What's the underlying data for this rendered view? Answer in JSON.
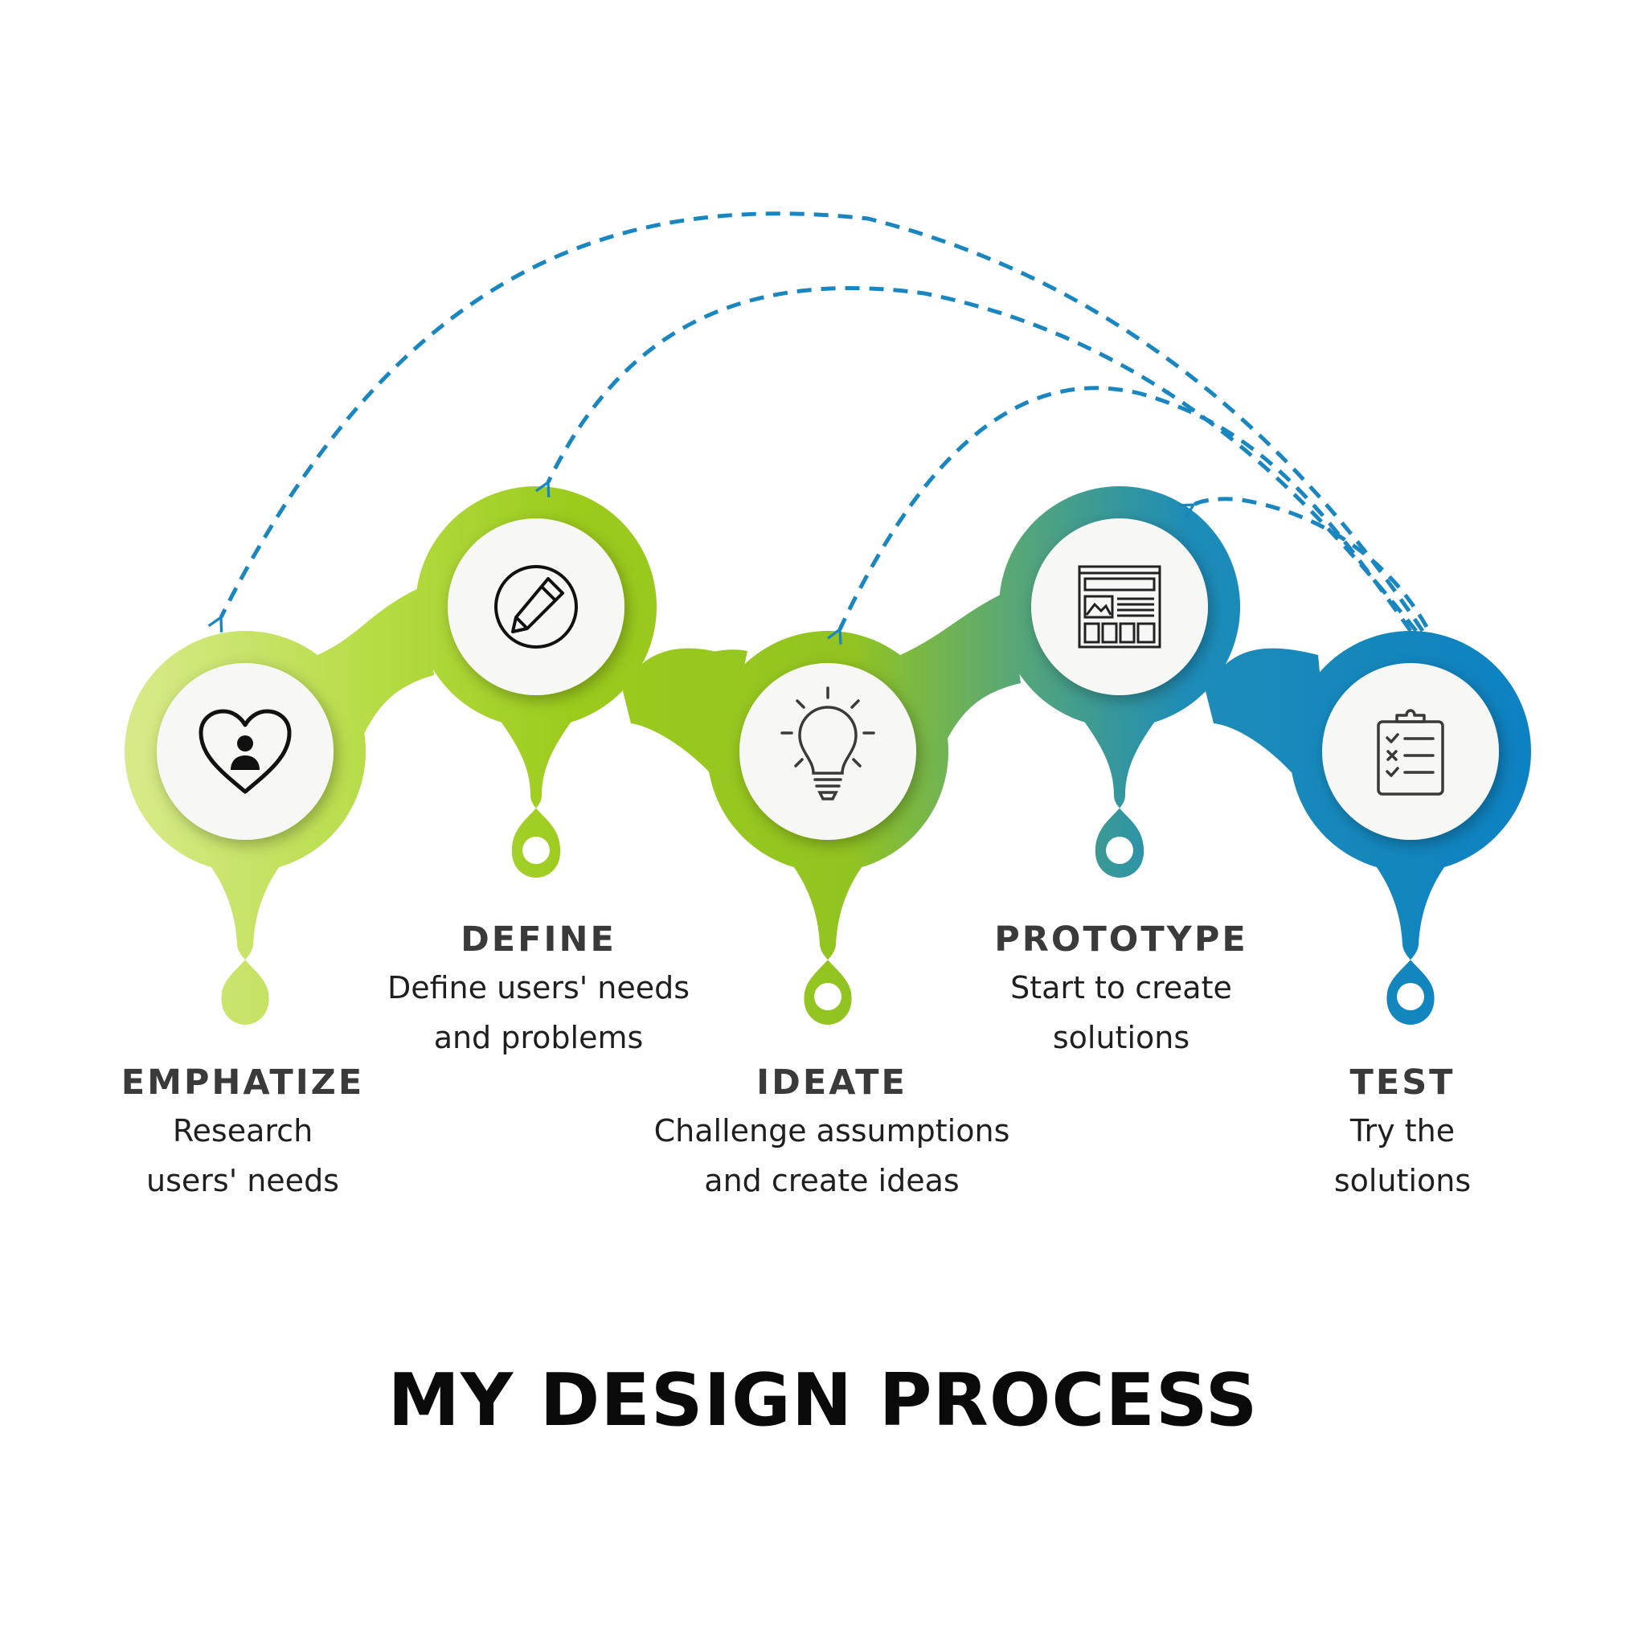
{
  "title": "MY DESIGN PROCESS",
  "steps": [
    {
      "title": "EMPHATIZE",
      "desc": [
        "Research",
        "users' needs"
      ],
      "icon": "heart-person-icon"
    },
    {
      "title": "DEFINE",
      "desc": [
        "Define users' needs",
        "and problems"
      ],
      "icon": "pencil-icon"
    },
    {
      "title": "IDEATE",
      "desc": [
        "Challenge assumptions",
        "and create ideas"
      ],
      "icon": "lightbulb-icon"
    },
    {
      "title": "PROTOTYPE",
      "desc": [
        "Start to create",
        "solutions"
      ],
      "icon": "wireframe-icon"
    },
    {
      "title": "TEST",
      "desc": [
        "Try the",
        "solutions"
      ],
      "icon": "clipboard-checklist-icon"
    }
  ],
  "colors": {
    "green_light": "#d6ea86",
    "green": "#9ccb1c",
    "teal": "#3aa08c",
    "blue": "#0f86c3",
    "arrow": "#1a86c0",
    "circle": "#f7f7f5"
  }
}
